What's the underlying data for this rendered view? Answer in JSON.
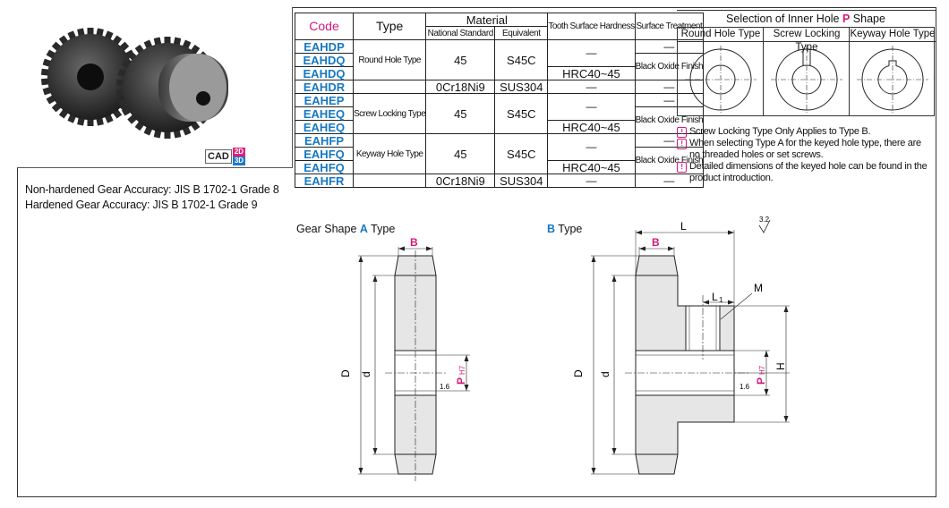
{
  "notes_left": [
    "Non-hardened Gear Accuracy: JIS B 1702-1 Grade 8",
    "Hardened Gear Accuracy: JIS B 1702-1 Grade 9"
  ],
  "cad_badge": {
    "label": "CAD",
    "top": "2D",
    "bottom": "3D"
  },
  "table": {
    "headers": {
      "code": "Code",
      "type": "Type",
      "material": "Material",
      "national_standard": "National Standard",
      "equivalent": "Equivalent",
      "hardness": "Tooth Surface Hardness",
      "surface": "Surface Treatment"
    },
    "rows": [
      {
        "code": "EAHDP"
      },
      {
        "code": "EAHDQ"
      },
      {
        "code": "EAHDQ"
      },
      {
        "code": "EAHDR"
      },
      {
        "code": "EAHEP"
      },
      {
        "code": "EAHEQ"
      },
      {
        "code": "EAHEQ"
      },
      {
        "code": "EAHFP"
      },
      {
        "code": "EAHFQ"
      },
      {
        "code": "EAHFQ"
      },
      {
        "code": "EAHFR"
      }
    ],
    "types": [
      "Round Hole Type",
      "Screw Locking Type",
      "Keyway Hole Type"
    ],
    "material_45": "45",
    "material_s45c": "S45C",
    "material_0cr": "0Cr18Ni9",
    "material_sus": "SUS304",
    "dash": "—",
    "hrc": "HRC40~45",
    "black_oxide": "Black Oxide Finish"
  },
  "selection": {
    "title_prefix": "Selection of Inner Hole ",
    "title_p": "P",
    "title_suffix": " Shape",
    "columns": [
      "Round Hole Type",
      "Screw Locking Type",
      "Keyway Hole Type"
    ]
  },
  "warnings": [
    "Screw Locking Type Only Applies to Type B.",
    "When selecting Type A for the keyed hole type, there are no threaded holes or set screws.",
    "Detailed dimensions of the keyed hole can be found in the product introduction."
  ],
  "drawing_a": {
    "prefix": "Gear Shape ",
    "letter": "A",
    "suffix": " Type"
  },
  "drawing_b": {
    "letter": "B",
    "suffix": " Type"
  },
  "dims": {
    "B": "B",
    "L": "L",
    "L1": "L",
    "L1_sub": "1",
    "M": "M",
    "D": "D",
    "d": "d",
    "P": "P",
    "H7": "H7",
    "H": "H",
    "r16": "1.6",
    "r32": "3.2"
  },
  "colors": {
    "accent_magenta": "#d4187a",
    "accent_blue": "#1678c2"
  }
}
